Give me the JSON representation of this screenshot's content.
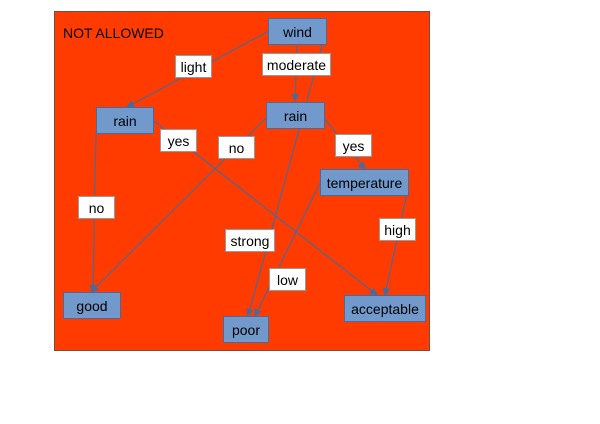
{
  "title": "NOT ALLOWED",
  "colors": {
    "background": "#ff3b00",
    "node": "#7199cc",
    "edge": "#4a6a9c"
  },
  "nodes": {
    "wind": "wind",
    "rain_left": "rain",
    "rain_center": "rain",
    "temperature": "temperature",
    "good": "good",
    "poor": "poor",
    "acceptable": "acceptable"
  },
  "labels": {
    "light": "light",
    "moderate": "moderate",
    "yes_left": "yes",
    "no_center": "no",
    "yes_right": "yes",
    "no_left": "no",
    "strong": "strong",
    "high": "high",
    "low": "low"
  }
}
